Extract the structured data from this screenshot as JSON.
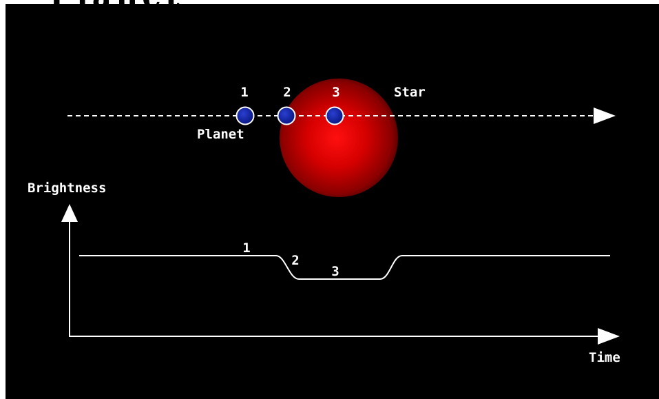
{
  "header": {
    "title_fragment": "Planet"
  },
  "diagram": {
    "colors": {
      "background": "#000000",
      "foreground": "#ffffff",
      "star": "#cc0000",
      "planet": "#0a1f9e"
    },
    "orbit": {
      "planet_label": "Planet",
      "star_label": "Star",
      "positions": [
        "1",
        "2",
        "3"
      ]
    },
    "graph": {
      "y_label": "Brightness",
      "x_label": "Time",
      "phase_labels": [
        "1",
        "2",
        "3"
      ]
    }
  }
}
